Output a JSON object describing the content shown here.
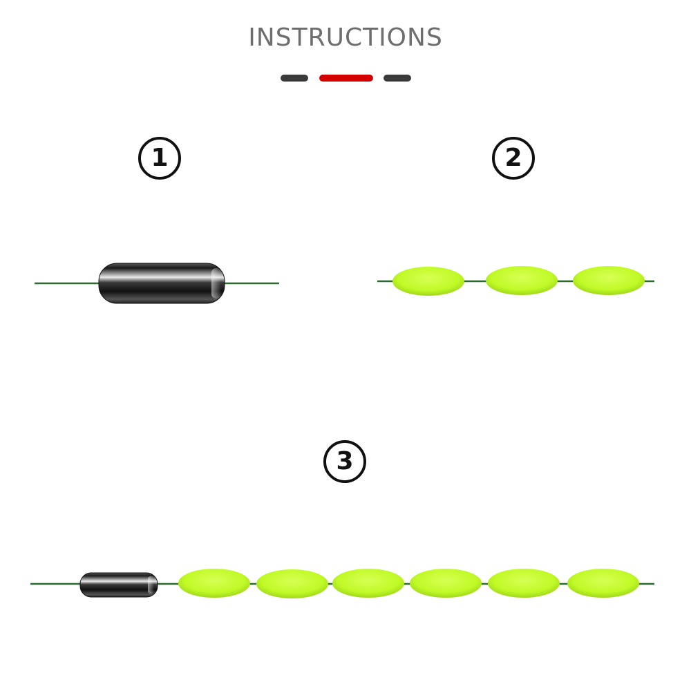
{
  "header": {
    "title": "INSTRUCTIONS"
  },
  "colors": {
    "title_text": "#6e6e6e",
    "divider_dark": "#3a3a3a",
    "divider_accent": "#d40000",
    "fishing_line": "#2e6b2e",
    "float_fill": "#c6ff2e",
    "sinker_body": "#2a2a2a"
  },
  "steps": [
    {
      "label": "1",
      "icon": "sinker-on-line"
    },
    {
      "label": "2",
      "icon": "floats-on-line"
    },
    {
      "label": "3",
      "icon": "sinker-and-floats-on-line"
    }
  ],
  "illustrations": {
    "step1_sinkers": 1,
    "step2_floats": 3,
    "step3_sinkers": 1,
    "step3_floats": 6
  }
}
